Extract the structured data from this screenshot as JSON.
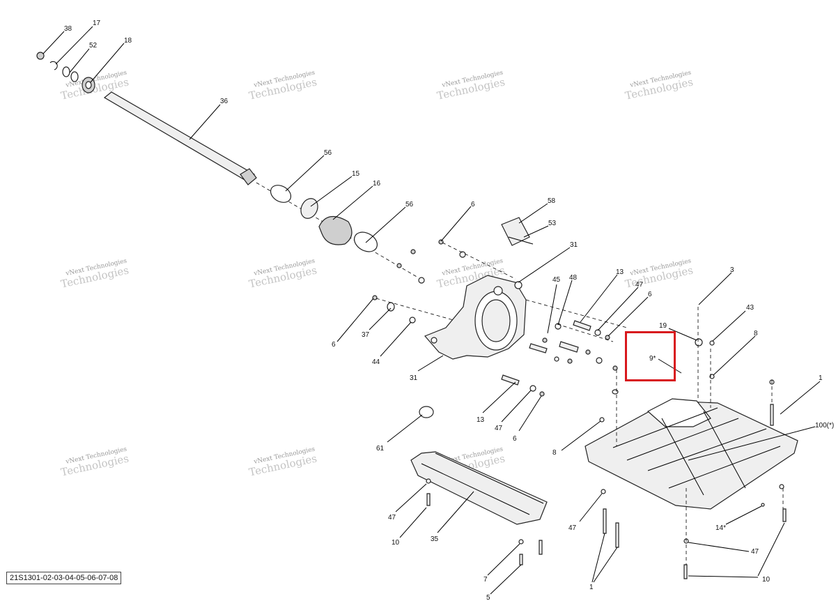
{
  "diagram": {
    "reference_code": "21S1301-02-03-04-05-06-07-08",
    "watermark": {
      "line1": "vNext Technologies",
      "line2": "Technologies"
    },
    "highlight_color": "#d8181d",
    "callouts": {
      "c38": "38",
      "c17": "17",
      "c52": "52",
      "c18": "18",
      "c36": "36",
      "c56a": "56",
      "c15": "15",
      "c16": "16",
      "c56b": "56",
      "c6a": "6",
      "c58": "58",
      "c53": "53",
      "c31a": "31",
      "c45": "45",
      "c48": "48",
      "c13a": "13",
      "c47a": "47",
      "c6b": "6",
      "c3": "3",
      "c43": "43",
      "c19": "19",
      "c8a": "8",
      "c9": "9*",
      "c6c": "6",
      "c37": "37",
      "c44": "44",
      "c31b": "31",
      "c13b": "13",
      "c47b": "47",
      "c6d": "6",
      "c1a": "1",
      "c100": "100(*)",
      "c61": "61",
      "c8b": "8",
      "c47c": "47",
      "c10a": "10",
      "c35": "35",
      "c47d": "47",
      "c14": "14*",
      "c47e": "47",
      "c7": "7",
      "c5": "5",
      "c1b": "1",
      "c10b": "10"
    }
  }
}
